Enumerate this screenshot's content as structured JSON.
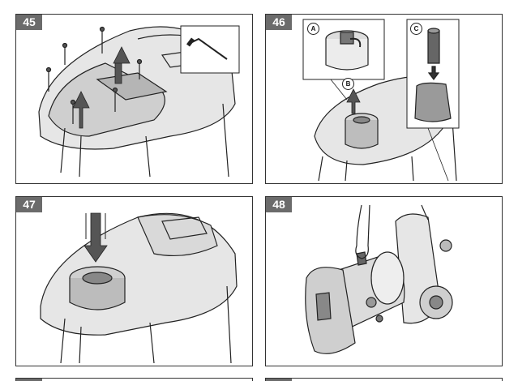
{
  "steps": [
    {
      "number": "45"
    },
    {
      "number": "46",
      "callouts": [
        "A",
        "B",
        "C"
      ]
    },
    {
      "number": "47"
    },
    {
      "number": "48"
    }
  ],
  "colors": {
    "label_bg": "#6b6b6b",
    "line": "#222222",
    "machine_fill": "#e6e6e6",
    "dark_fill": "#9a9a9a"
  }
}
